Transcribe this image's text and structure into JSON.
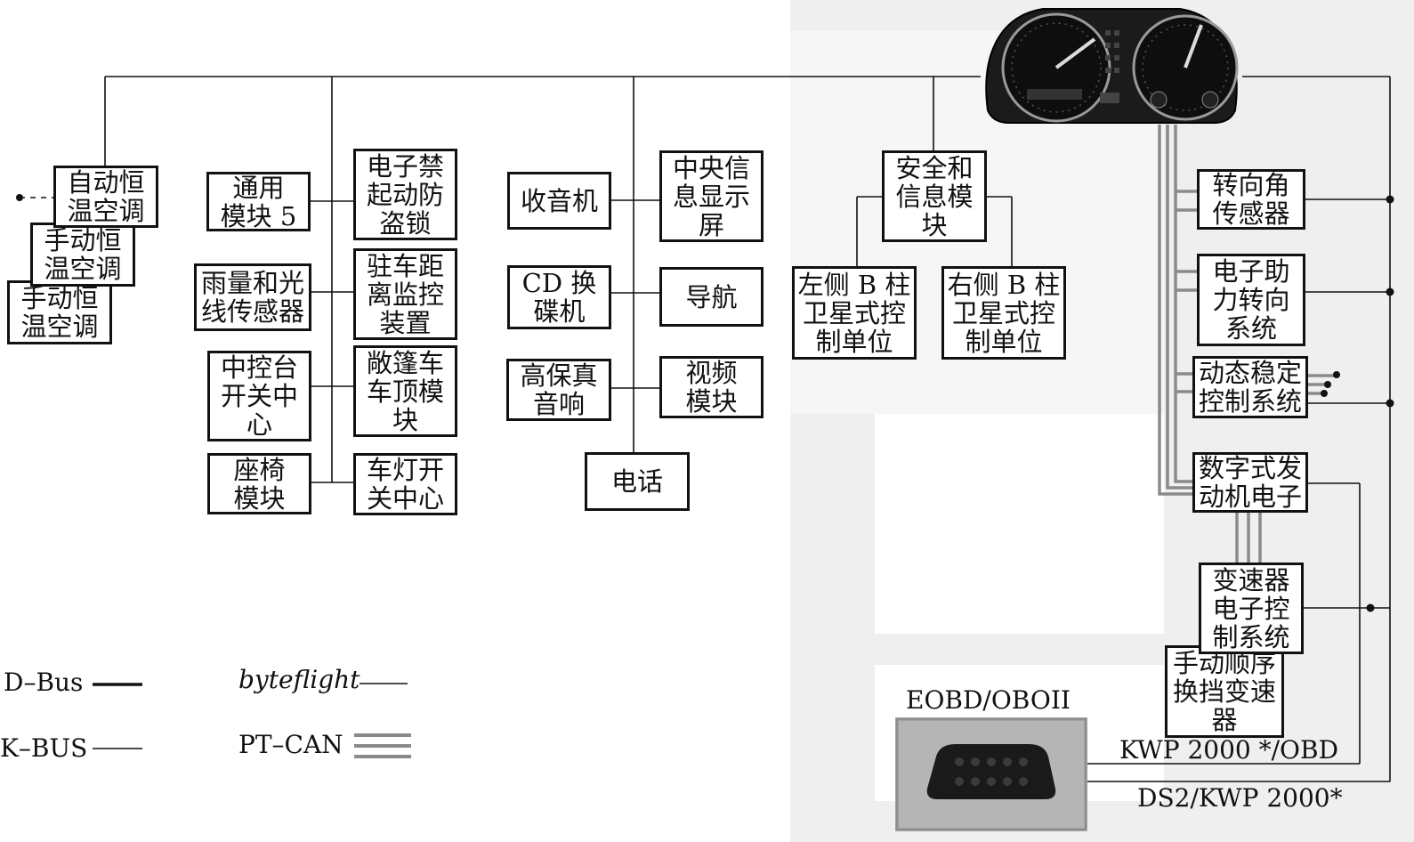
{
  "legend": {
    "d_bus": "D–Bus",
    "k_bus": "K–BUS",
    "byteflight": "byteflight",
    "pt_can": "PT–CAN"
  },
  "modules": {
    "auto_ac": "自动恒\n温空调",
    "manual_ac_1": "手动恒\n温空调",
    "manual_ac_2": "手动恒\n温空调",
    "general_module": "通用\n模块 5",
    "rain_light_sensor": "雨量和光\n线传感器",
    "center_console_switch": "中控台\n开关中\n心",
    "seat_module": "座椅\n模块",
    "immobilizer": "电子禁\n起动防\n盗锁",
    "park_distance": "驻车距\n离监控\n装置",
    "convertible_roof": "敞篷车\n车顶模\n块",
    "light_switch": "车灯开\n关中心",
    "radio": "收音机",
    "cd_changer": "CD 换\n碟机",
    "hifi_audio": "高保真\n音响",
    "central_display": "中央信\n息显示\n屏",
    "navigation": "导航",
    "video_module": "视频\n模块",
    "telephone": "电话",
    "safety_module": "安全和\n信息模\n块",
    "left_b_pillar": "左侧 B 柱\n卫星式控\n制单位",
    "right_b_pillar": "右侧 B 柱\n卫星式控\n制单位",
    "steering_angle": "转向角\n传感器",
    "eps": "电子助\n力转向\n系统",
    "dsc": "动态稳定\n控制系统",
    "dme": "数字式发\n动机电子",
    "egs": "变速器\n电子控\n制系统",
    "smg": "手动顺序\n换挡变速\n器"
  },
  "labels": {
    "connector_title": "EOBD/OBOII",
    "kwp_obd": "KWP 2000 */OBD",
    "ds2_kwp": "DS2/KWP 2000*"
  },
  "colors": {
    "line": "#111111",
    "pt_can": "#8a8a8a",
    "background_gray": "#efefef"
  }
}
